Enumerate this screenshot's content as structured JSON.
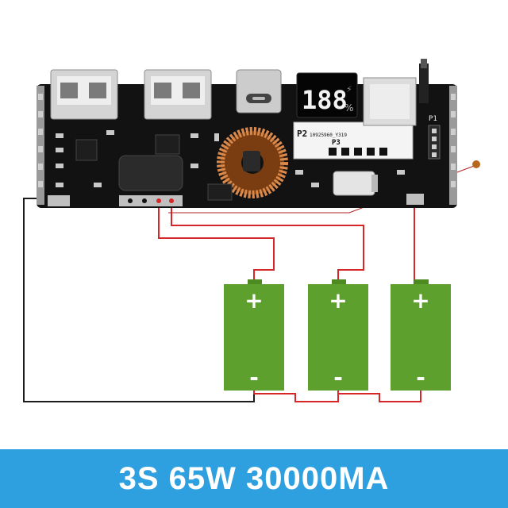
{
  "banner": {
    "text": "3S 65W 30000MA"
  },
  "board": {
    "label_p1": "P1",
    "label_p2": "P2",
    "label_p3": "P3",
    "label_code": "10925960_Y319",
    "display_digits": "188",
    "display_unit": "%",
    "display_bolt": "⚡"
  },
  "batteries": [
    {
      "plus": "+",
      "minus": "-"
    },
    {
      "plus": "+",
      "minus": "-"
    },
    {
      "plus": "+",
      "minus": "-"
    }
  ],
  "colors": {
    "pcb": "#121212",
    "battery": "#5ea02e",
    "wire_red": "#d6262a",
    "wire_black": "#1c1c1c",
    "banner": "#2ea0e0",
    "copper": "#c9733a"
  }
}
